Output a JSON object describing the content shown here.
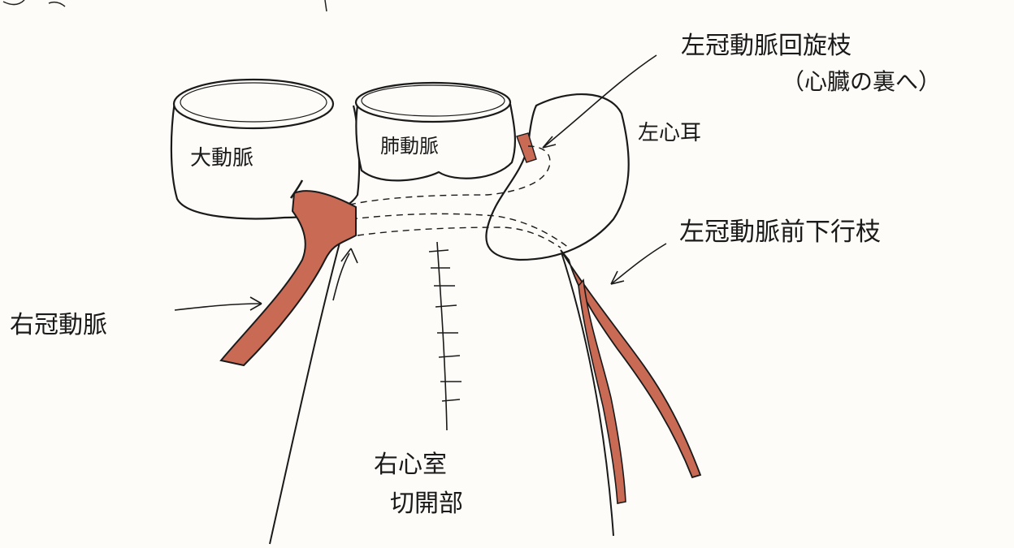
{
  "colors": {
    "paper": "#fdfcf8",
    "ink": "#1a1a1a",
    "vessel": "#c96a55",
    "vessel_dark": "#a8503c"
  },
  "labels": {
    "aorta": "大動脈",
    "pulmonary_artery": "肺動脈",
    "left_atrial_appendage": "左心耳",
    "circumflex_line1": "左冠動脈回旋枝",
    "circumflex_line2": "（心臓の裏へ）",
    "lad": "左冠動脈前下行枝",
    "rca": "右冠動脈",
    "rv_incision_line1": "右心室",
    "rv_incision_line2": "切開部"
  }
}
